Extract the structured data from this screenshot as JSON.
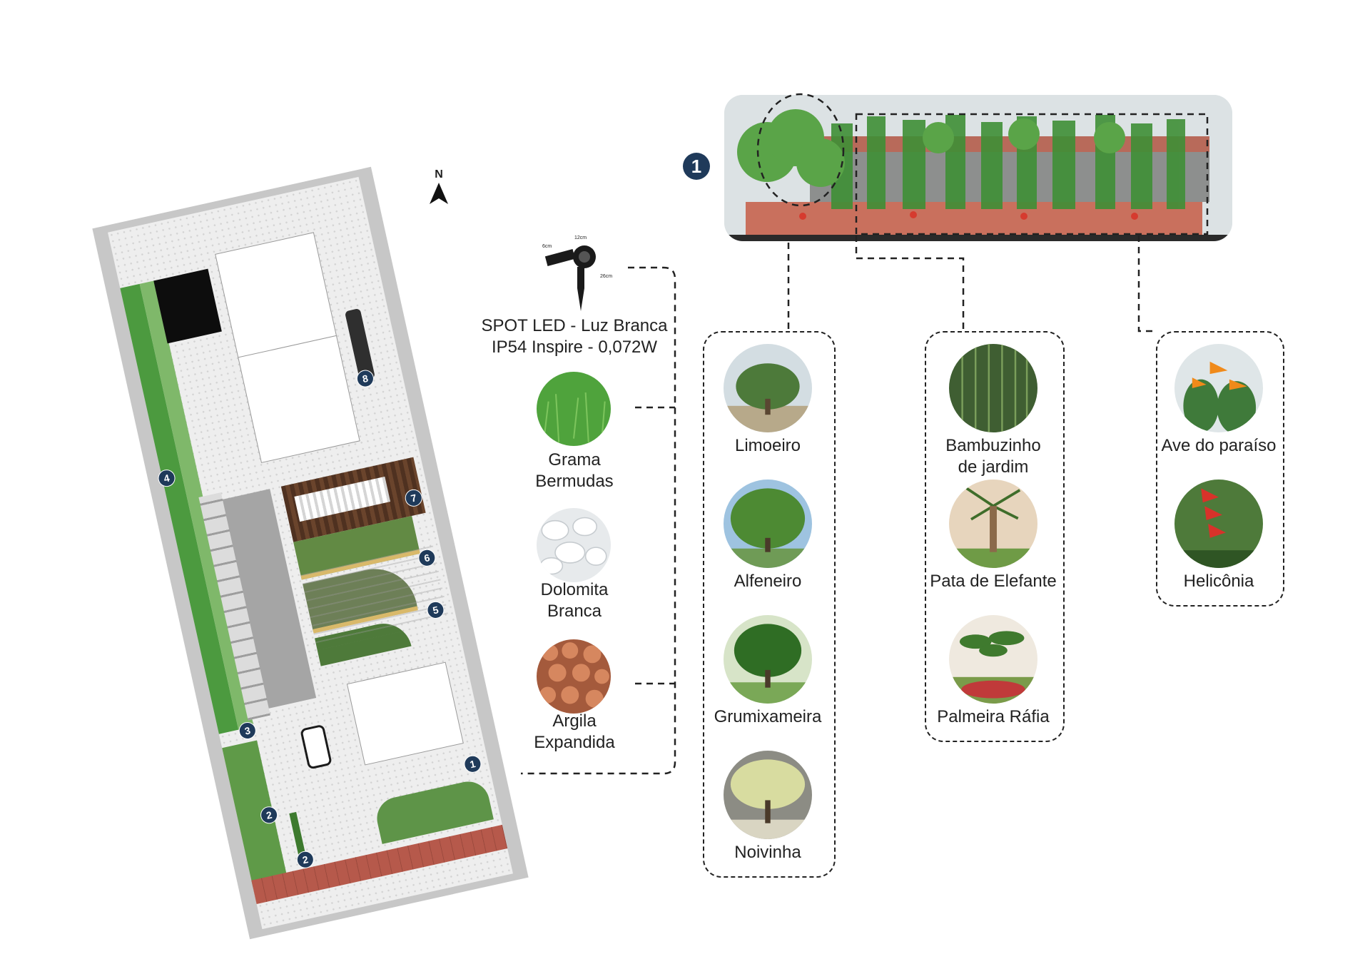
{
  "north": "N",
  "elevation": {
    "marker": "1"
  },
  "plan_markers": [
    "1",
    "2",
    "2",
    "3",
    "4",
    "5",
    "6",
    "7",
    "8"
  ],
  "spot": {
    "line1": "SPOT LED - Luz Branca",
    "line2": "IP54 Inspire - 0,072W",
    "dim_w": "12cm",
    "dim_d": "6cm",
    "dim_h": "26cm"
  },
  "materials": [
    {
      "line1": "Grama",
      "line2": "Bermudas"
    },
    {
      "line1": "Dolomita",
      "line2": "Branca"
    },
    {
      "line1": "Argila",
      "line2": "Expandida"
    }
  ],
  "trees": [
    "Limoeiro",
    "Alfeneiro",
    "Grumixameira",
    "Noivinha"
  ],
  "palms": [
    {
      "line1": "Bambuzinho",
      "line2": "de jardim"
    },
    {
      "line1": "Pata de Elefante",
      "line2": ""
    },
    {
      "line1": "Palmeira Ráfia",
      "line2": ""
    }
  ],
  "flowers": [
    "Ave do paraíso",
    "Helicônia"
  ],
  "colors": {
    "badge": "#1f3a5a",
    "grass": "#3e8c3a",
    "brick": "#b3574a",
    "deck": "#5c3a24"
  }
}
